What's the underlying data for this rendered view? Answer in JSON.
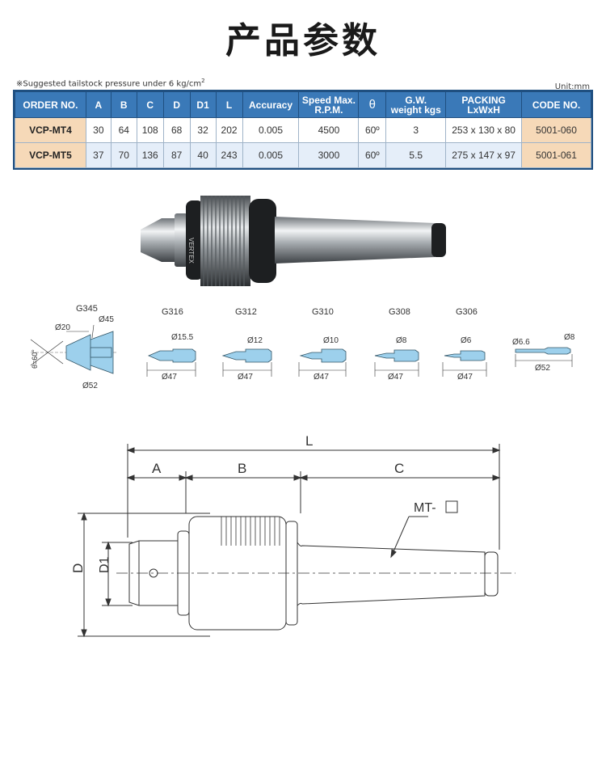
{
  "title": "产品参数",
  "note": "※Suggested tailstock pressure under 6 kg/cm",
  "note_sup": "2",
  "unit": "Unit:mm",
  "table": {
    "headers": [
      "ORDER NO.",
      "A",
      "B",
      "C",
      "D",
      "D1",
      "L",
      "Accuracy",
      "Speed Max.",
      "R.P.M.",
      "θ",
      "G.W.",
      "weight kgs",
      "PACKING",
      "LxWxH",
      "CODE NO."
    ],
    "rows": [
      [
        "VCP-MT4",
        "30",
        "64",
        "108",
        "68",
        "32",
        "202",
        "0.005",
        "4500",
        "60º",
        "3",
        "253 x 130 x 80",
        "5001-060"
      ],
      [
        "VCP-MT5",
        "37",
        "70",
        "136",
        "87",
        "40",
        "243",
        "0.005",
        "3000",
        "60º",
        "5.5",
        "275 x 147 x 97",
        "5001-061"
      ]
    ]
  },
  "tips": [
    {
      "name": "G345",
      "dims": [
        "Ø20",
        "Ø45",
        "Ø52",
        "θ=60°"
      ]
    },
    {
      "name": "G316",
      "dims": [
        "Ø15.5",
        "Ø47"
      ]
    },
    {
      "name": "G312",
      "dims": [
        "Ø12",
        "Ø47"
      ]
    },
    {
      "name": "G310",
      "dims": [
        "Ø10",
        "Ø47"
      ]
    },
    {
      "name": "G308",
      "dims": [
        "Ø8",
        "Ø47"
      ]
    },
    {
      "name": "G306",
      "dims": [
        "Ø6",
        "Ø47"
      ]
    },
    {
      "name": "",
      "dims": [
        "Ø6.6",
        "Ø8",
        "Ø52"
      ]
    }
  ],
  "drawing": {
    "L": "L",
    "A": "A",
    "B": "B",
    "C": "C",
    "D": "D",
    "D1": "D1",
    "taper": "MT-"
  },
  "photo_brand": "VERTEX"
}
